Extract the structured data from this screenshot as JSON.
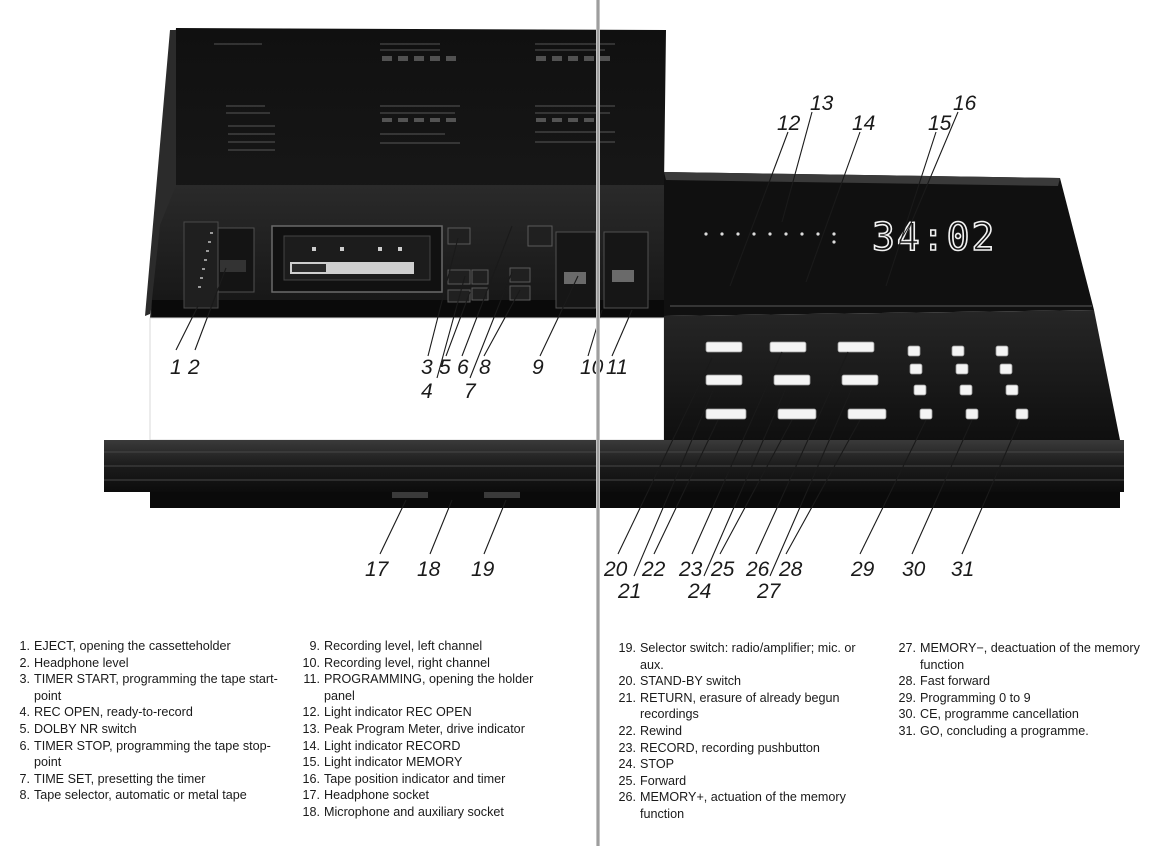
{
  "display": {
    "timer_readout": "34:02"
  },
  "callouts": {
    "c1": "1",
    "c2": "2",
    "c3": "3",
    "c4": "4",
    "c5": "5",
    "c6": "6",
    "c7": "7",
    "c8": "8",
    "c9": "9",
    "c10": "10",
    "c11": "11",
    "c12": "12",
    "c13": "13",
    "c14": "14",
    "c15": "15",
    "c16": "16",
    "c17": "17",
    "c18": "18",
    "c19": "19",
    "c20": "20",
    "c21": "21",
    "c22": "22",
    "c23": "23",
    "c24": "24",
    "c25": "25",
    "c26": "26",
    "c27": "27",
    "c28": "28",
    "c29": "29",
    "c30": "30",
    "c31": "31"
  },
  "legend": {
    "col1": [
      {
        "num": "1.",
        "text": "EJECT, opening the cassetteholder"
      },
      {
        "num": "2.",
        "text": "Headphone level"
      },
      {
        "num": "3.",
        "text": "TIMER START, programming the tape start-point"
      },
      {
        "num": "4.",
        "text": "REC OPEN, ready-to-record"
      },
      {
        "num": "5.",
        "text": "DOLBY NR switch"
      },
      {
        "num": "6.",
        "text": "TIMER STOP, programming the tape stop-point"
      },
      {
        "num": "7.",
        "text": "TIME SET, presetting the timer"
      },
      {
        "num": "8.",
        "text": "Tape selector, automatic or metal tape"
      }
    ],
    "col2": [
      {
        "num": "9.",
        "text": "Recording level, left channel"
      },
      {
        "num": "10.",
        "text": "Recording level, right channel"
      },
      {
        "num": "11.",
        "text": "PROGRAMMING, opening the holder panel"
      },
      {
        "num": "12.",
        "text": "Light indicator REC OPEN"
      },
      {
        "num": "13.",
        "text": "Peak Program Meter, drive indicator"
      },
      {
        "num": "14.",
        "text": "Light indicator RECORD"
      },
      {
        "num": "15.",
        "text": "Light indicator MEMORY"
      },
      {
        "num": "16.",
        "text": "Tape position indicator and timer"
      },
      {
        "num": "17.",
        "text": "Headphone socket"
      },
      {
        "num": "18.",
        "text": "Microphone and auxiliary socket"
      }
    ],
    "col3": [
      {
        "num": "19.",
        "text": "Selector switch: radio/amplifier; mic. or aux."
      },
      {
        "num": "20.",
        "text": "STAND-BY switch"
      },
      {
        "num": "21.",
        "text": "RETURN, erasure of already begun recordings"
      },
      {
        "num": "22.",
        "text": "Rewind"
      },
      {
        "num": "23.",
        "text": "RECORD, recording pushbutton"
      },
      {
        "num": "24.",
        "text": "STOP"
      },
      {
        "num": "25.",
        "text": "Forward"
      },
      {
        "num": "26.",
        "text": "MEMORY+, actuation of the memory function"
      }
    ],
    "col4": [
      {
        "num": "27.",
        "text": "MEMORY−, deactuation of the memory function"
      },
      {
        "num": "28.",
        "text": "Fast forward"
      },
      {
        "num": "29.",
        "text": "Programming 0 to 9"
      },
      {
        "num": "30.",
        "text": "CE, programme cancellation"
      },
      {
        "num": "31.",
        "text": "GO, concluding a programme."
      }
    ]
  }
}
